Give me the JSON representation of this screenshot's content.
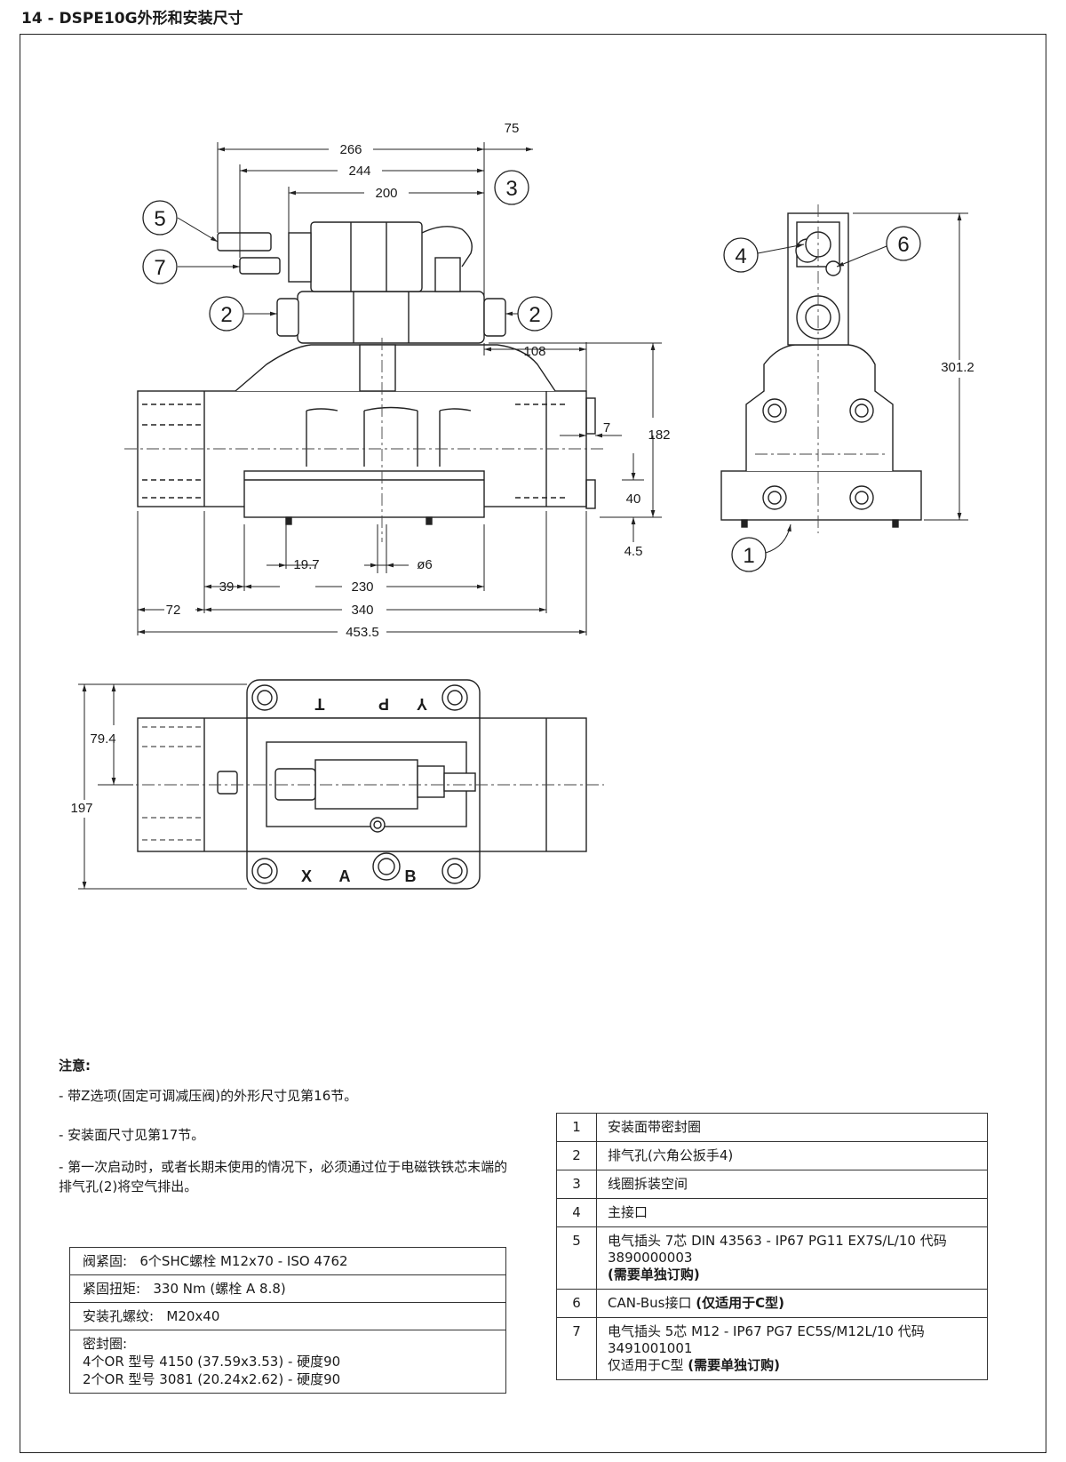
{
  "header": {
    "title": "14 - DSPE10G外形和安装尺寸"
  },
  "dimensions": {
    "d266": "266",
    "d244": "244",
    "d200": "200",
    "d75": "75",
    "d108": "108",
    "d182": "182",
    "d7": "7",
    "d40": "40",
    "d4_5": "4.5",
    "d19_7": "19.7",
    "d6": "ø6",
    "d39": "39",
    "d230": "230",
    "d72": "72",
    "d340": "340",
    "d453_5": "453.5",
    "d301_2": "301.2",
    "d79_4": "79.4",
    "d197": "197"
  },
  "callouts": {
    "c1": "1",
    "c2": "2",
    "c3": "3",
    "c4": "4",
    "c5": "5",
    "c6": "6",
    "c7": "7"
  },
  "port_labels": {
    "t": "T",
    "p": "P",
    "y": "Y",
    "x": "X",
    "a": "A",
    "b": "B"
  },
  "notes": {
    "title": "注意:",
    "items": [
      "- 带Z选项(固定可调减压阀)的外形尺寸见第16节。",
      "- 安装面尺寸见第17节。",
      "- 第一次启动时，或者长期未使用的情况下，必须通过位于电磁铁铁芯末端的排气孔(2)将空气排出。"
    ]
  },
  "specs": {
    "rows": [
      {
        "label": "阀紧固:",
        "value": "6个SHC螺栓 M12x70 - ISO 4762"
      },
      {
        "label": "紧固扭矩:",
        "value": "330 Nm (螺栓 A 8.8)"
      },
      {
        "label": "安装孔螺纹:",
        "value": "M20x40"
      }
    ],
    "seal": {
      "label": "密封圈:",
      "line1": "4个OR 型号 4150 (37.59x3.53) - 硬度90",
      "line2": "2个OR 型号 3081 (20.24x2.62) - 硬度90"
    }
  },
  "legend": {
    "rows": [
      {
        "num": "1",
        "text": "安装面带密封圈"
      },
      {
        "num": "2",
        "text": "排气孔(六角公扳手4)"
      },
      {
        "num": "3",
        "text": "线圈拆装空间"
      },
      {
        "num": "4",
        "text": "主接口"
      },
      {
        "num": "5",
        "text": "电气插头 7芯 DIN 43563 - IP67 PG11 EX7S/L/10 代码 3890000003",
        "note": "(需要单独订购)"
      },
      {
        "num": "6",
        "text": "CAN-Bus接口",
        "note": "(仅适用于C型)"
      },
      {
        "num": "7",
        "text": "电气插头 5芯 M12 - IP67 PG7 EC5S/M12L/10 代码 3491001001",
        "line2": "仅适用于C型",
        "note": "(需要单独订购)"
      }
    ]
  }
}
